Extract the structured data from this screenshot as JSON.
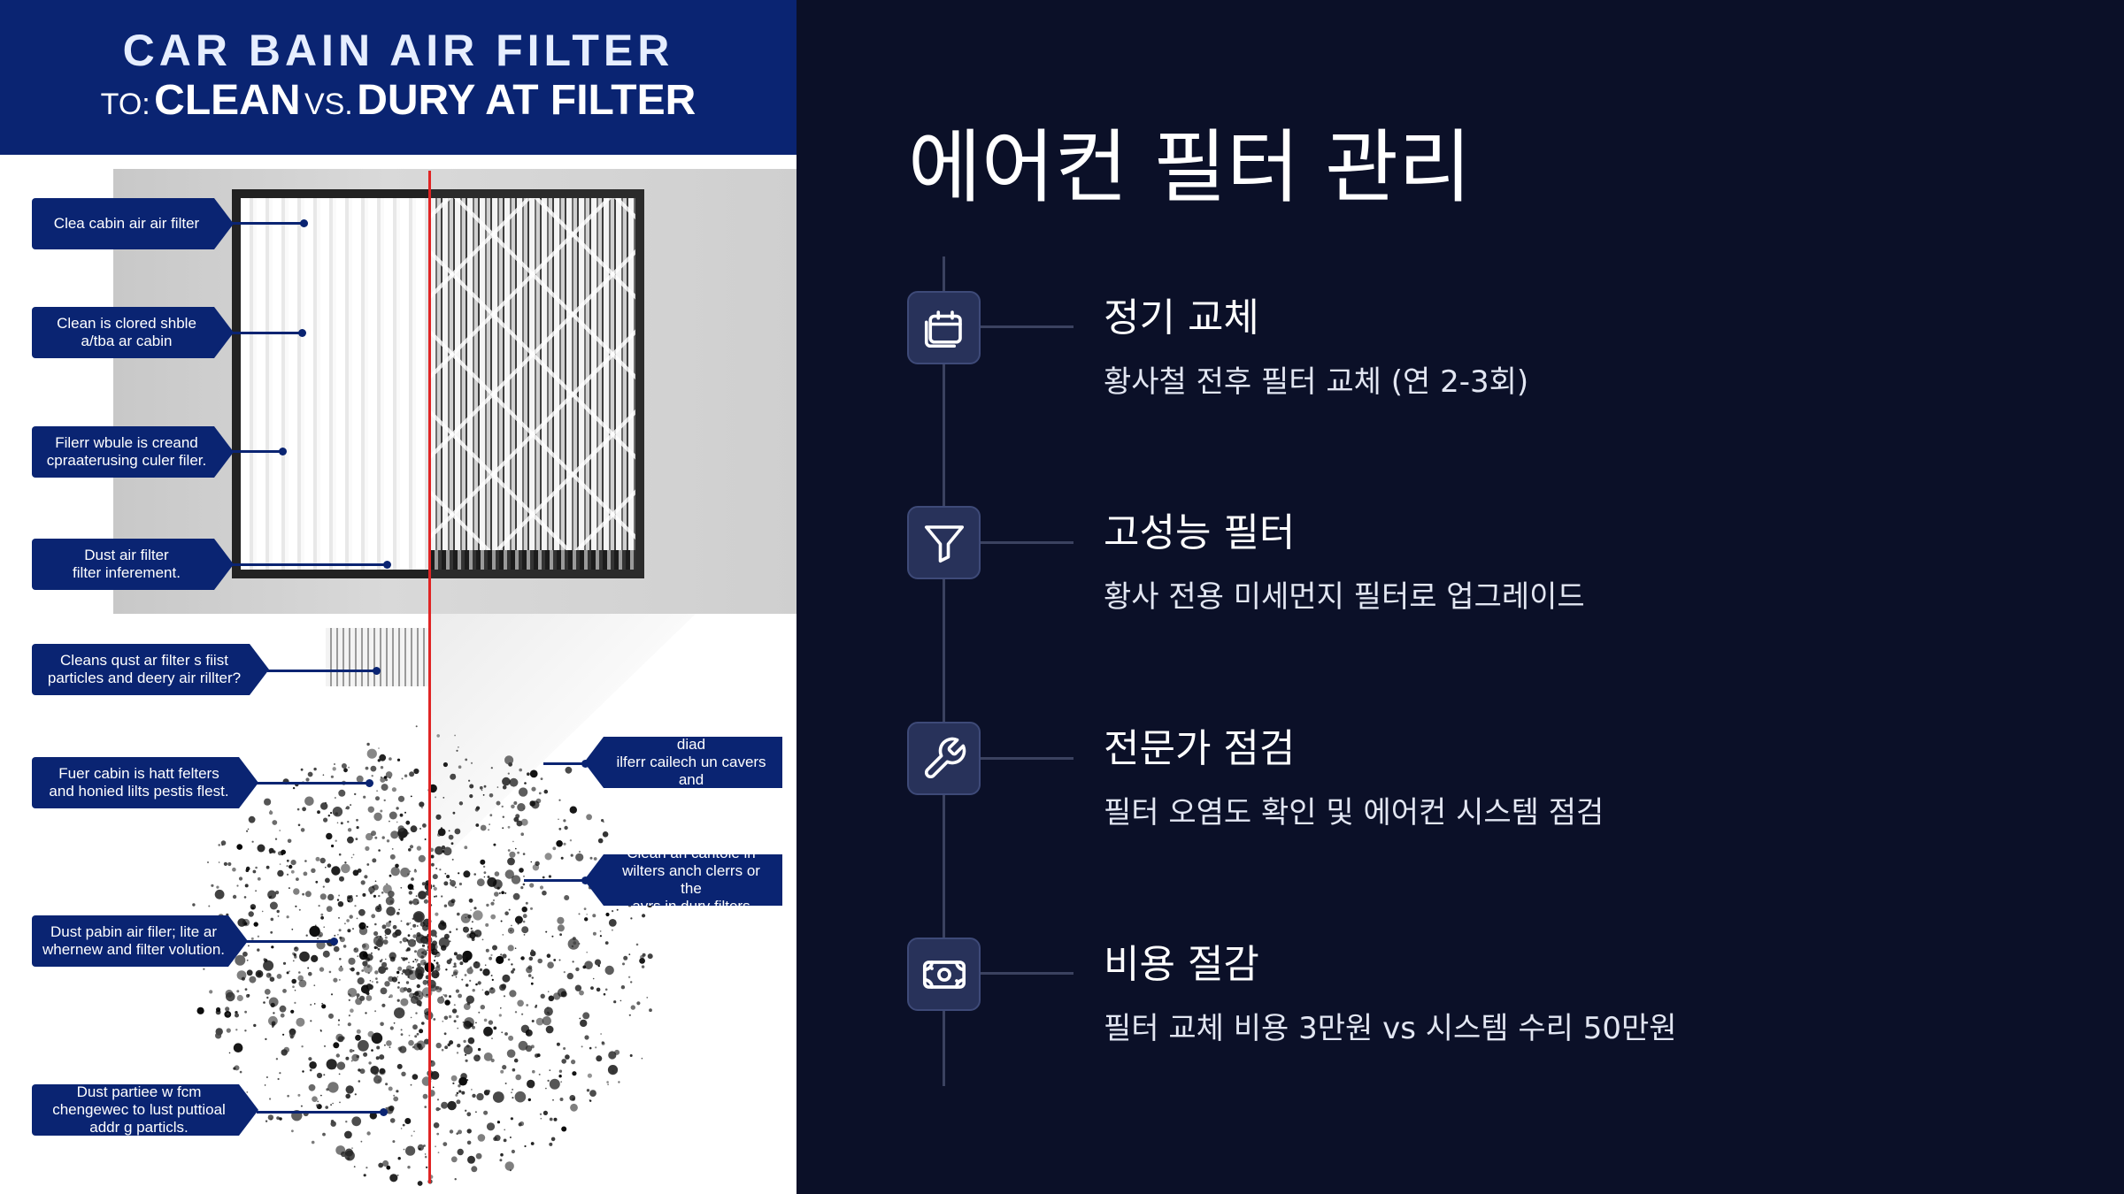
{
  "infographic": {
    "title_line1": "CAR BAIN AIR FILTER",
    "title_line2_prefix": "TO:",
    "title_line2_clean": "CLEAN",
    "title_line2_vs": "VS.",
    "title_line2_dirty": "DURY AT FILTER",
    "callouts": [
      "Clea cabin air air filter",
      "Clean is clored shble\na/tba ar cabin",
      "Filerr wbule is creand\ncpraaterusing culer filer.",
      "Dust air filter\nfilter inferement.",
      "Cleans qust ar filter s fiist\nparticles and deery air rillter?",
      "Fuer cabin is hatt felters\nand honied lilts pestis flest.",
      "Dust pabin air filer; lite ar\nwhernew and filter volution.",
      "Dust partiee w fcm\nchengewec to lust puttioal\naddr g particls.",
      "Derryy viole s only ban diad\nilferr cailech un cavers and\ndoing for arter filer.",
      "Clean an caritole in\nwilters anch clerrs or the\navrs in dury filters"
    ]
  },
  "panel": {
    "title": "에어컨 필터 관리",
    "items": [
      {
        "icon": "calendar-icon",
        "title": "정기 교체",
        "desc": "황사철 전후 필터 교체 (연 2-3회)"
      },
      {
        "icon": "filter-funnel-icon",
        "title": "고성능 필터",
        "desc": "황사 전용 미세먼지 필터로 업그레이드"
      },
      {
        "icon": "wrench-icon",
        "title": "전문가 점검",
        "desc": "필터 오염도 확인 및 에어컨 시스템 점검"
      },
      {
        "icon": "money-icon",
        "title": "비용 절감",
        "desc": "필터 교체 비용 3만원 vs 시스템 수리 50만원"
      }
    ]
  },
  "colors": {
    "background": "#0b1028",
    "infographic_navy": "#0a2472",
    "icon_tile": "#28325a",
    "divider": "#e02424"
  }
}
